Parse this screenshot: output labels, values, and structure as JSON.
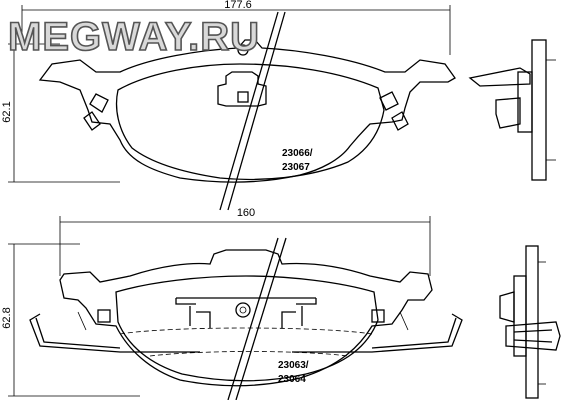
{
  "watermark": "MEGWAY.RU",
  "top_pad": {
    "width_dimension": "177.6",
    "height_dimension": "62.1",
    "part_number_line1": "23066/",
    "part_number_line2": "23067"
  },
  "bottom_pad": {
    "width_dimension": "160",
    "height_dimension": "62.8",
    "part_number_line1": "23063/",
    "part_number_line2": "23064"
  }
}
